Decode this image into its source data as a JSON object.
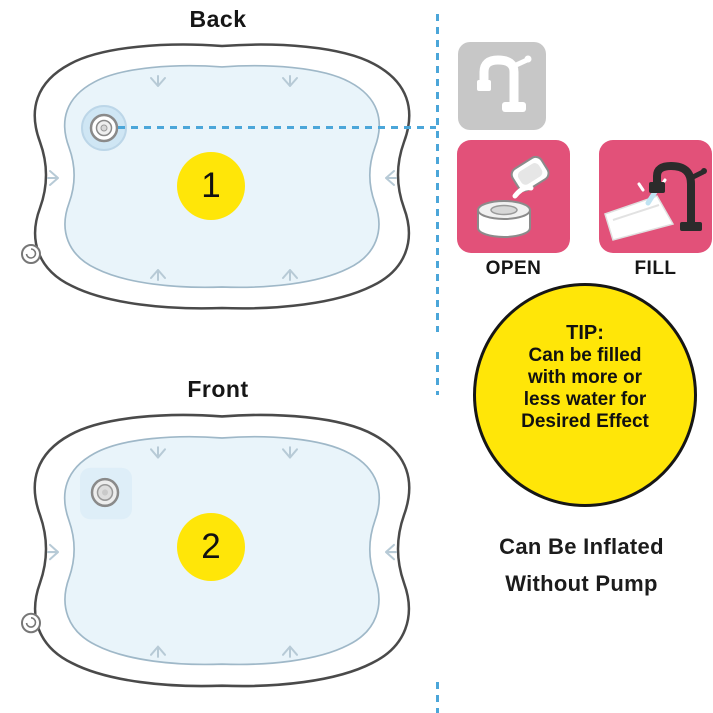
{
  "mats": {
    "back": {
      "label": "Back",
      "number": "1"
    },
    "front": {
      "label": "Front",
      "number": "2"
    }
  },
  "steps": {
    "water_source_icon": "faucet-icon",
    "open": {
      "label": "OPEN",
      "icon": "open-valve-icon"
    },
    "fill": {
      "label": "FILL",
      "icon": "fill-faucet-icon"
    }
  },
  "tip": {
    "title": "TIP:",
    "lines": [
      "Can be filled",
      "with more or",
      "less water for",
      "Desired Effect"
    ]
  },
  "footer": {
    "line1": "Can Be Inflated",
    "line2": "Without Pump"
  },
  "colors": {
    "accent_yellow": "#FFE608",
    "accent_pink": "#E25179",
    "tile_gray": "#C7C7C7",
    "dash_blue": "#4BA6D9",
    "mat_inner_blue": "#E9F4FA",
    "outline_dark": "#1a1a1a"
  }
}
